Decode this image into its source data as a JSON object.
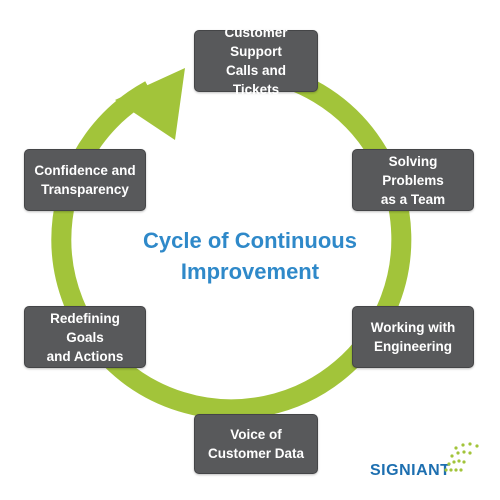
{
  "diagram": {
    "center_title": "Cycle of Continuous\nImprovement",
    "steps": [
      {
        "label": "Customer Support\nCalls and Tickets"
      },
      {
        "label": "Solving Problems\nas a Team"
      },
      {
        "label": "Working with\nEngineering"
      },
      {
        "label": "Voice of\nCustomer Data"
      },
      {
        "label": "Redefining Goals\nand Actions"
      },
      {
        "label": "Confidence and\nTransparency"
      }
    ],
    "colors": {
      "ring": "#a2c43a",
      "box": "#58595b",
      "title": "#2f89c9",
      "logo": "#1d6fb0",
      "logo_accent": "#a2c43a"
    }
  },
  "brand": {
    "logo_text": "SIGNIANT",
    "logo_icon": "signal-waves-icon"
  }
}
